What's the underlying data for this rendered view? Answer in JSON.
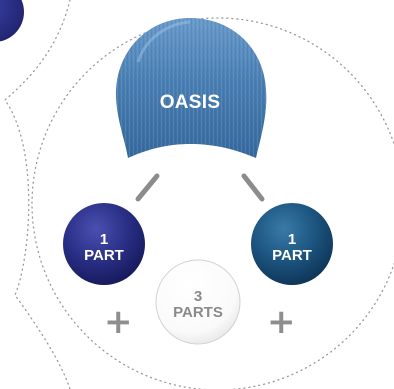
{
  "color_name": "OASIS",
  "left_ball": {
    "number": "1",
    "unit": "PART",
    "color": "#2a2f86"
  },
  "right_ball": {
    "number": "1",
    "unit": "PART",
    "color": "#1c5580"
  },
  "center_ball": {
    "number": "3",
    "unit": "PARTS",
    "color": "#ffffff"
  },
  "plus_symbol": "+",
  "colors": {
    "hair_swatch": "#4a7fb3",
    "connector": "#8c8c8c",
    "dotted_outline": "#9a9a9a",
    "text_gray": "#8a8a8a"
  },
  "icons": [
    "hair-swatch-icon",
    "plus-icon",
    "dotted-circle-outline"
  ]
}
